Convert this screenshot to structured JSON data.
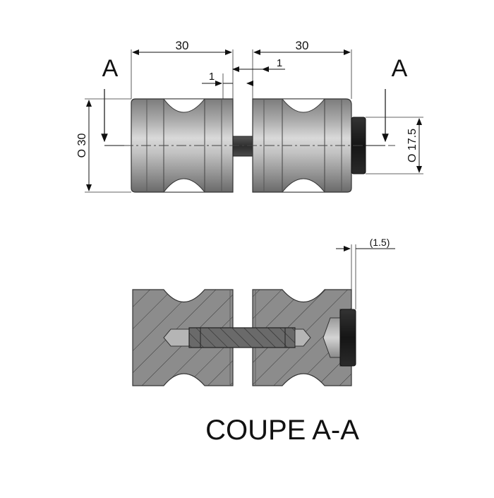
{
  "front_view": {
    "dim_left_width": "30",
    "dim_right_width": "30",
    "dim_gap_left": "1",
    "dim_gap_right": "1",
    "section_mark_left": "A",
    "section_mark_right": "A",
    "dim_diameter_body": "O 30",
    "dim_diameter_cap": "O 17.5"
  },
  "section_view": {
    "dim_cap_thickness": "(1.5)",
    "title": "COUPE A-A"
  },
  "colors": {
    "body_fill": "#8e8e8e",
    "body_light": "#d6d6d6",
    "hatch_fill": "#7a7a7a",
    "cap_dark": "#1e1e1e",
    "line": "#222222"
  }
}
